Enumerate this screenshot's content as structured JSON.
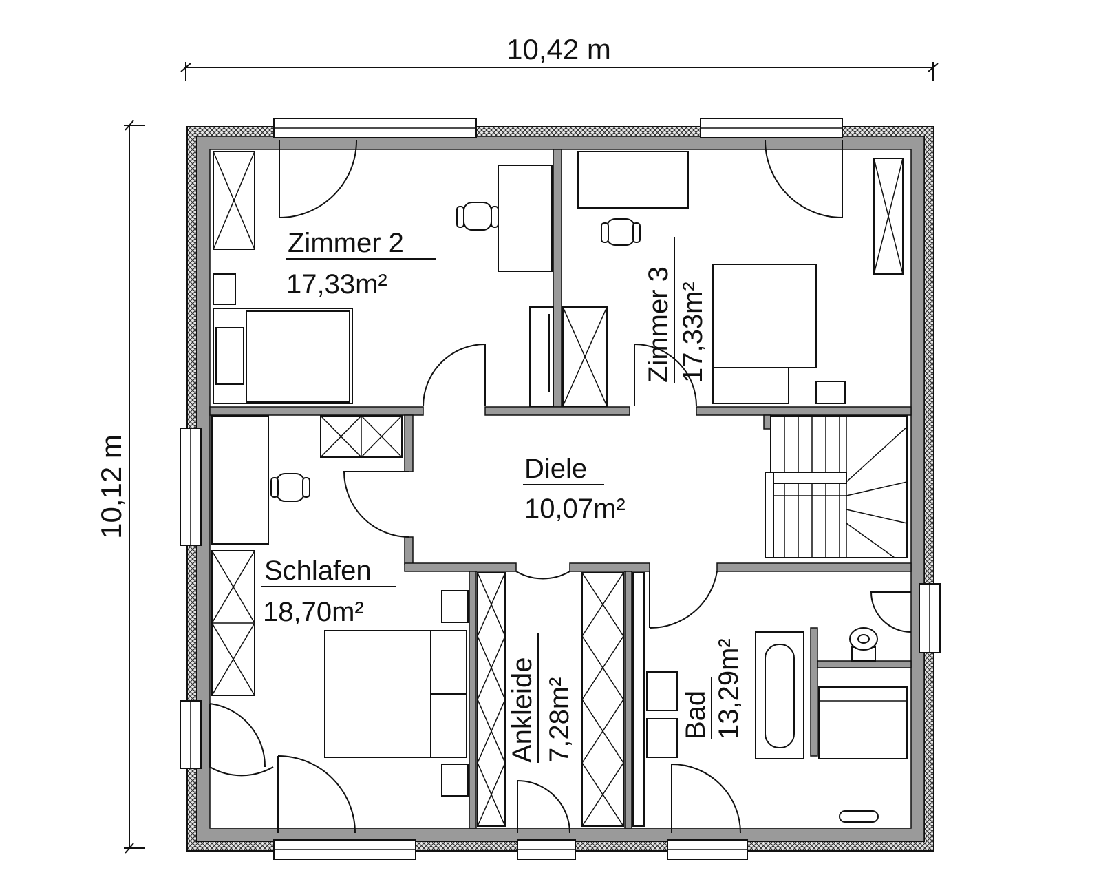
{
  "dimensions": {
    "width_label": "10,42 m",
    "height_label": "10,12 m"
  },
  "rooms": {
    "zimmer2": {
      "name": "Zimmer 2",
      "area": "17,33m²"
    },
    "zimmer3": {
      "name": "Zimmer 3",
      "area": "17,33m²"
    },
    "diele": {
      "name": "Diele",
      "area": "10,07m²"
    },
    "schlafen": {
      "name": "Schlafen",
      "area": "18,70m²"
    },
    "ankleide": {
      "name": "Ankleide",
      "area": "7,28m²"
    },
    "bad": {
      "name": "Bad",
      "area": "13,29m²"
    }
  },
  "colors": {
    "wall": "#9a9a9a",
    "line": "#111111",
    "background": "#ffffff"
  }
}
